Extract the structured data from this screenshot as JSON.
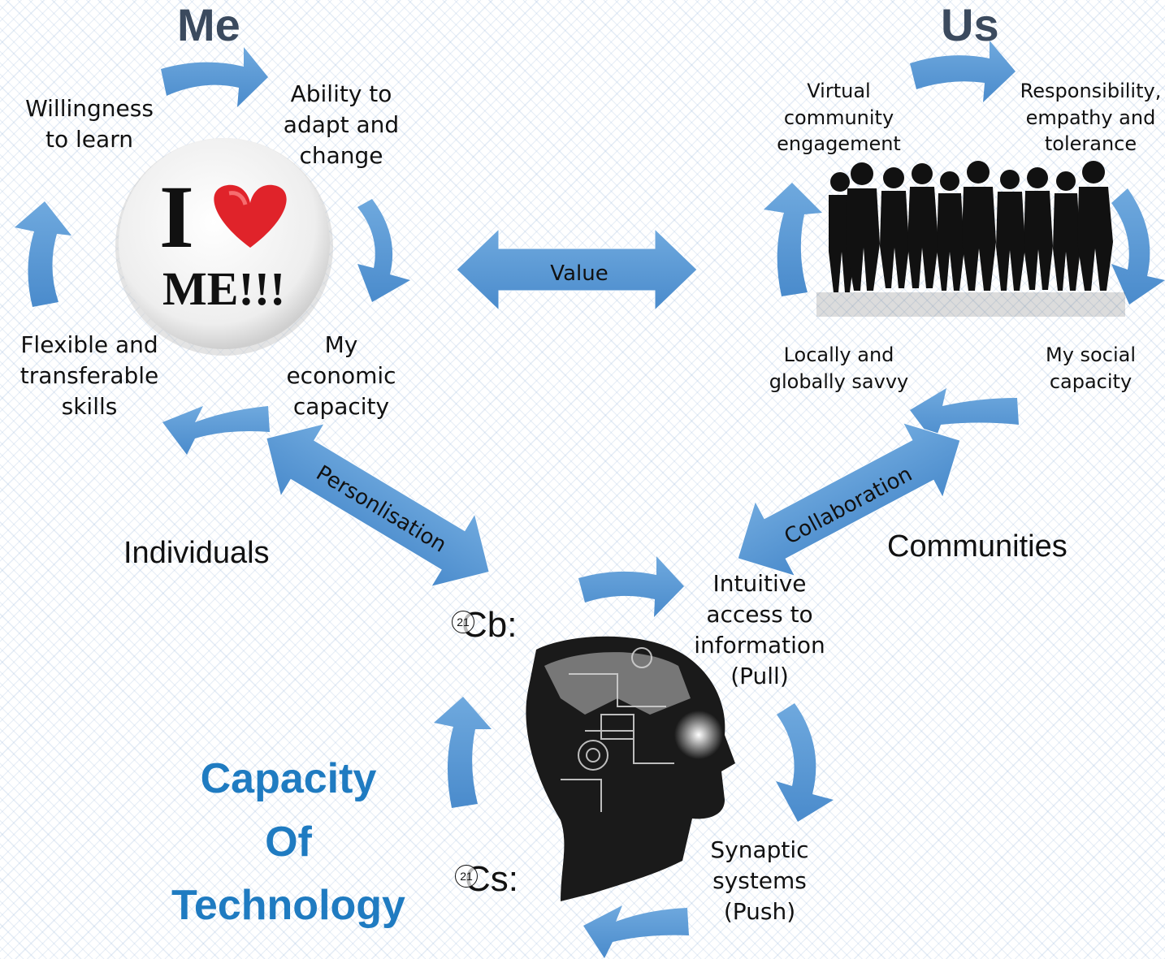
{
  "headings": {
    "me": "Me",
    "us": "Us"
  },
  "me_cycle": {
    "willingness": "Willingness\nto learn",
    "adapt": "Ability to\nadapt and\nchange",
    "economic": "My\neconomic\ncapacity",
    "flexible": "Flexible and\ntransferable\nskills"
  },
  "badge": {
    "letter": "I",
    "word": "ME!!!"
  },
  "us_cycle": {
    "virtual": "Virtual\ncommunity\nengagement",
    "responsibility": "Responsibility,\nempathy and\ntolerance",
    "social": "My social\ncapacity",
    "savvy": "Locally and\nglobally savvy"
  },
  "links": {
    "value": "Value",
    "personalisation": "Personlisation",
    "collaboration": "Collaboration"
  },
  "groups": {
    "individuals": "Individuals",
    "communities": "Communities"
  },
  "tech_cycle": {
    "intuitive": "Intuitive\naccess to\ninformation\n(Pull)",
    "synaptic": "Synaptic\nsystems\n(Push)",
    "c21b": {
      "badge": "21",
      "text": "Cb:"
    },
    "c21s": {
      "badge": "21",
      "text": "Cs:"
    }
  },
  "capacity_title": "Capacity\nOf\nTechnology",
  "colors": {
    "arrow": "#5b9bd5",
    "arrow_dark": "#3f7fbf",
    "title_blue": "#1f7bc1",
    "heading": "#3b4a5e"
  }
}
